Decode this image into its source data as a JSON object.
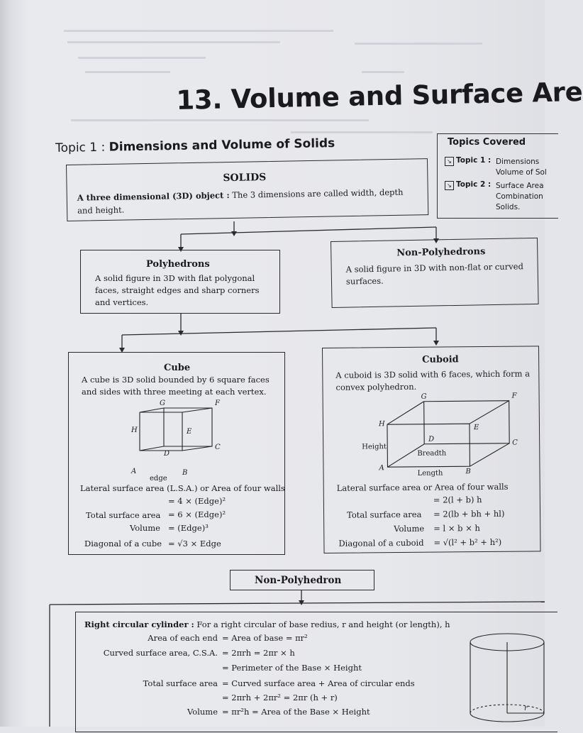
{
  "chapter": {
    "title": "13. Volume and Surface Are"
  },
  "topic": {
    "prefix": "Topic 1 : ",
    "name": "Dimensions and Volume of Solids"
  },
  "topics_covered": {
    "title": "Topics Covered",
    "items": [
      {
        "label": "Topic 1 :",
        "lines": [
          "Dimensions",
          "Volume of Sol"
        ]
      },
      {
        "label": "Topic 2 :",
        "lines": [
          "Surface Area",
          "Combination",
          "Solids."
        ]
      }
    ]
  },
  "solids": {
    "title": "SOLIDS",
    "bold_lead": "A three dimensional (3D) object :",
    "line1_rest": " The 3 dimensions are called width, depth",
    "line2": "and height."
  },
  "polyhedrons": {
    "title": "Polyhedrons",
    "lines": [
      "A solid figure in 3D with flat polygonal",
      "faces, straight edges and sharp corners",
      "and vertices."
    ]
  },
  "non_polyhedrons": {
    "title": "Non-Polyhedrons",
    "lines": [
      "A solid figure in 3D with non-flat or curved",
      "surfaces."
    ]
  },
  "cube": {
    "title": "Cube",
    "lines": [
      "A cube is 3D solid bounded by 6 square faces",
      "and sides with three meeting at each vertex."
    ],
    "vertices": {
      "G": "G",
      "F": "F",
      "H": "H",
      "E": "E",
      "C": "C",
      "D": "D",
      "A": "A",
      "B": "B"
    },
    "edge_label": "edge",
    "formulas": {
      "lsa_label": "Lateral surface area (L.S.A.) or Area of four walls",
      "lsa_value": "= 4 × (Edge)²",
      "tsa_label": "Total surface area",
      "tsa_value": "= 6 × (Edge)²",
      "vol_label": "Volume",
      "vol_value": "= (Edge)³",
      "diag_label": "Diagonal of a cube",
      "diag_value": "= √3 × Edge"
    }
  },
  "cuboid": {
    "title": "Cuboid",
    "lines": [
      "A cuboid is 3D solid with 6 faces, which form a",
      "convex polyhedron."
    ],
    "vertices": {
      "G": "G",
      "F": "F",
      "H": "H",
      "E": "E",
      "C": "C",
      "D": "D",
      "A": "A",
      "B": "B"
    },
    "height_label": "Height",
    "breadth_label": "Breadth",
    "length_label": "Length",
    "formulas": {
      "lsa_label": "Lateral surface area or Area of four walls",
      "lsa_value": "= 2(l + b) h",
      "tsa_label": "Total surface area",
      "tsa_value": "= 2(lb + bh + hl)",
      "vol_label": "Volume",
      "vol_value": "= l × b × h",
      "diag_label": "Diagonal of a cuboid",
      "diag_value": "= √(l² + b² + h²)"
    }
  },
  "non_polyhedron": {
    "title": "Non-Polyhedron"
  },
  "cylinder": {
    "bold_lead": "Right circular cylinder :",
    "intro_rest": " For a right circular of base redius, r and height (or length), h",
    "rows": [
      {
        "label": "Area of each end",
        "value": "= Area of base = πr²"
      },
      {
        "label": "Curved surface area, C.S.A.",
        "value": "= 2πrh = 2πr × h"
      },
      {
        "label": "",
        "value": "= Perimeter of the Base × Height"
      },
      {
        "label": "Total surface area",
        "value": "= Curved surface area + Area of circular ends"
      },
      {
        "label": "",
        "value": "= 2πrh + 2πr² = 2πr (h + r)"
      },
      {
        "label": "Volume",
        "value": "= πr²h = Area of the Base × Height"
      }
    ],
    "radius_label": "r"
  }
}
